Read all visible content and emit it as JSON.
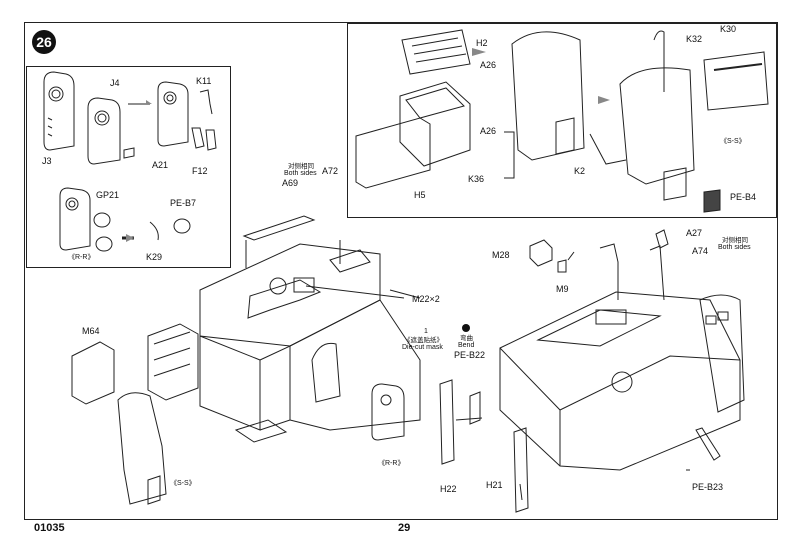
{
  "step_number": "26",
  "footer": {
    "code": "01035",
    "page": "29"
  },
  "left_inset": {
    "parts": {
      "j3": "J3",
      "j4": "J4",
      "a21": "A21",
      "k11": "K11",
      "f12": "F12",
      "gp21": "GP21",
      "pe_b7": "PE-B7",
      "k29": "K29"
    },
    "variant": "《R-R》"
  },
  "right_inset": {
    "parts": {
      "h2": "H2",
      "a26_top": "A26",
      "a26_bottom": "A26",
      "h5": "H5",
      "k36": "K36",
      "k32": "K32",
      "k30": "K30",
      "k2": "K2",
      "pe_b4": "PE-B4"
    },
    "variant": "《S-S》"
  },
  "main": {
    "a72": "A72",
    "both_sides_cn": "对侧相同",
    "both_sides": "Both sides",
    "a69": "A69",
    "m22": "M22×2",
    "m64": "M64",
    "mask_number": "1",
    "mask_cn": "《遮盖贴纸》",
    "mask_label": "Die-cut mask",
    "bend_cn": "弯曲",
    "bend": "Bend",
    "pe_b22": "PE-B22",
    "variant_ss": "《S-S》",
    "variant_rr": "《R-R》",
    "h22": "H22",
    "h21": "H21",
    "pe_b23": "PE-B23",
    "m28": "M28",
    "m9": "M9",
    "a27": "A27",
    "a74": "A74",
    "both_sides_cn_2": "对侧相同",
    "both_sides_2": "Both sides"
  }
}
